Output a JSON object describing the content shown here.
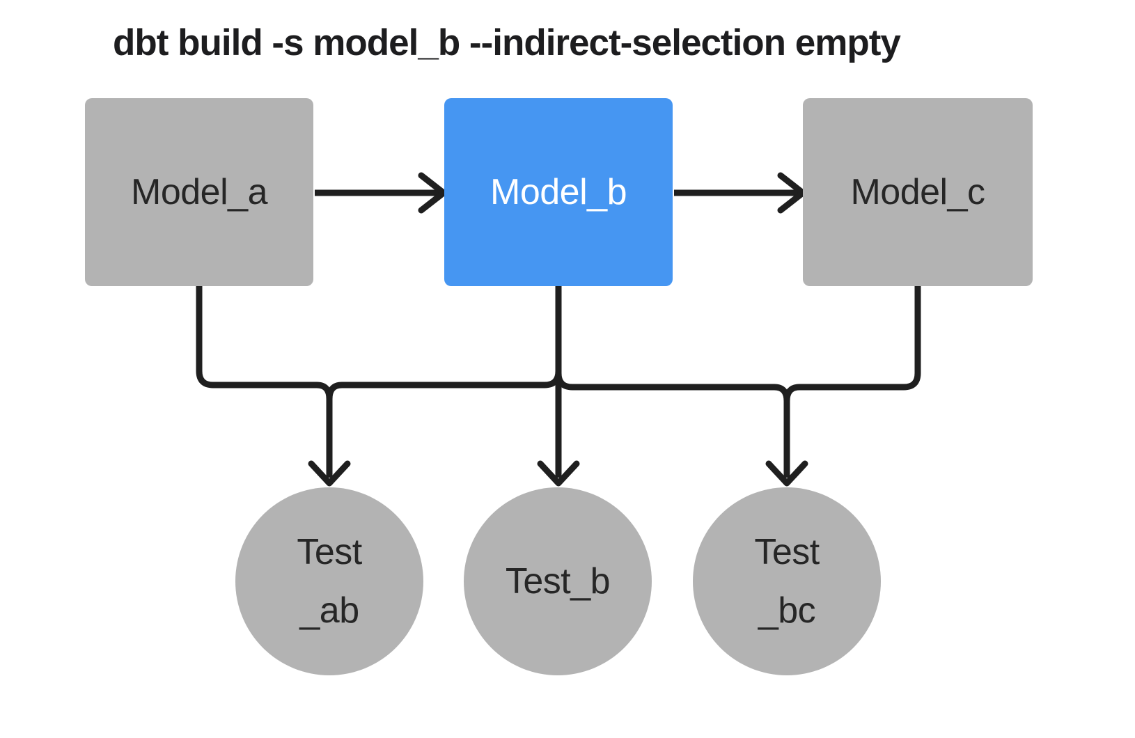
{
  "title": "dbt build -s model_b --indirect-selection empty",
  "colors": {
    "node_gray": "#b3b3b3",
    "selected_blue": "#4696f2",
    "edge_dark": "#1f1f1f",
    "node_text_dark": "#262626",
    "node_text_light": "#ffffff",
    "title_text": "#1d1d1f",
    "background": "#ffffff"
  },
  "diagram": {
    "models": [
      {
        "id": "model_a",
        "label": "Model_a",
        "selected": false
      },
      {
        "id": "model_b",
        "label": "Model_b",
        "selected": true
      },
      {
        "id": "model_c",
        "label": "Model_c",
        "selected": false
      }
    ],
    "tests": [
      {
        "id": "test_ab",
        "label_lines": [
          "Test",
          "_ab"
        ]
      },
      {
        "id": "test_b",
        "label_lines": [
          "Test_b"
        ]
      },
      {
        "id": "test_bc",
        "label_lines": [
          "Test",
          "_bc"
        ]
      }
    ],
    "edges": [
      {
        "from": "model_a",
        "to": "model_b"
      },
      {
        "from": "model_b",
        "to": "model_c"
      },
      {
        "from": "model_a",
        "to": "test_ab"
      },
      {
        "from": "model_b",
        "to": "test_ab"
      },
      {
        "from": "model_b",
        "to": "test_b"
      },
      {
        "from": "model_b",
        "to": "test_bc"
      },
      {
        "from": "model_c",
        "to": "test_bc"
      }
    ]
  }
}
